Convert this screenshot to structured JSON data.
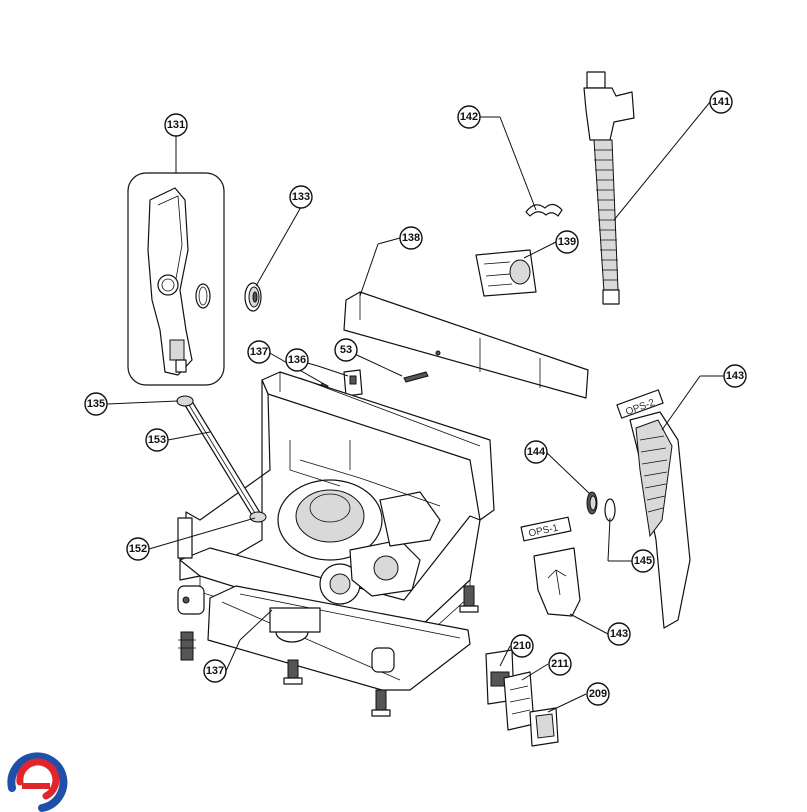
{
  "callouts": [
    {
      "id": "c131",
      "label": "131"
    },
    {
      "id": "c133",
      "label": "133"
    },
    {
      "id": "c142",
      "label": "142"
    },
    {
      "id": "c141",
      "label": "141"
    },
    {
      "id": "c138",
      "label": "138"
    },
    {
      "id": "c139",
      "label": "139"
    },
    {
      "id": "c137a",
      "label": "137"
    },
    {
      "id": "c136",
      "label": "136"
    },
    {
      "id": "c53",
      "label": "53"
    },
    {
      "id": "c143a",
      "label": "143"
    },
    {
      "id": "c135",
      "label": "135"
    },
    {
      "id": "c153",
      "label": "153"
    },
    {
      "id": "c144",
      "label": "144"
    },
    {
      "id": "c145",
      "label": "145"
    },
    {
      "id": "c152",
      "label": "152"
    },
    {
      "id": "c143b",
      "label": "143"
    },
    {
      "id": "c137b",
      "label": "137"
    },
    {
      "id": "c210",
      "label": "210"
    },
    {
      "id": "c211",
      "label": "211"
    },
    {
      "id": "c209",
      "label": "209"
    }
  ],
  "tags": {
    "ops2": "OPS-2",
    "ops1": "OPS-1"
  },
  "logo": {
    "name": "brand-logo",
    "colors": [
      "#1f4fa8",
      "#e0262b"
    ]
  }
}
